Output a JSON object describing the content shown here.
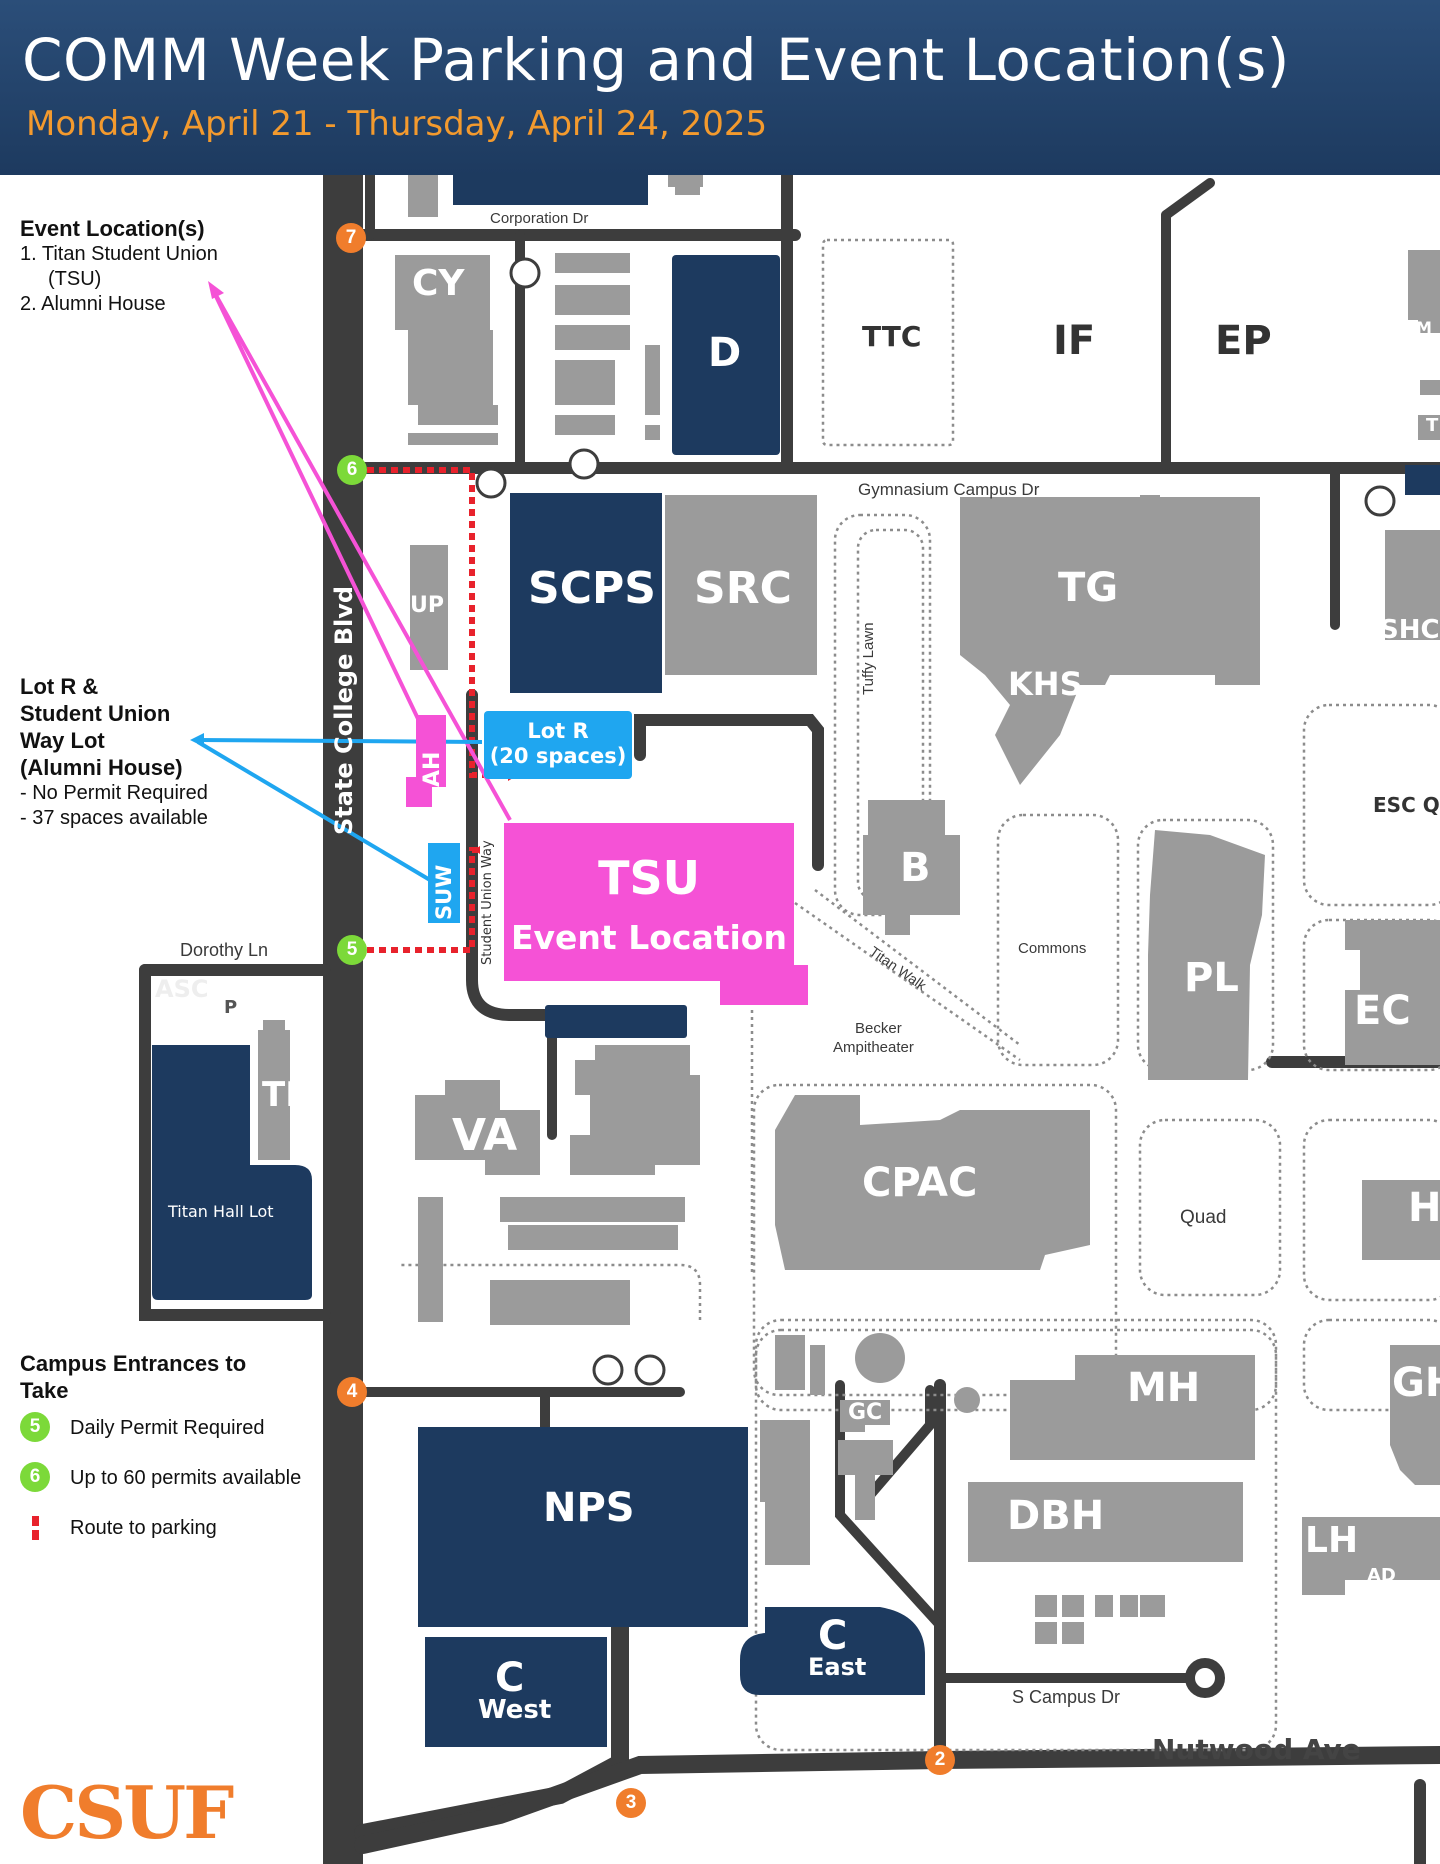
{
  "header": {
    "title": "COMM Week Parking and Event Location(s)",
    "subtitle": "Monday, April 21 - Thursday, April 24, 2025"
  },
  "event_locations": {
    "heading": "Event Location(s)",
    "items": [
      "1.  Titan   Student   Union",
      "(TSU)",
      "2.  Alumni House"
    ]
  },
  "lot_info": {
    "heading": [
      "Lot R &",
      "Student Union",
      "Way Lot",
      "(Alumni House)"
    ],
    "notes": [
      "-  No Permit Required",
      "-  37 spaces available"
    ]
  },
  "entrances_legend": {
    "heading": [
      "Campus Entrances to",
      "Take"
    ],
    "items": [
      {
        "badge": "5",
        "label": "Daily Permit Required"
      },
      {
        "badge": "6",
        "label": "Up to 60 permits available"
      },
      {
        "badge": "",
        "label": "Route to parking"
      }
    ]
  },
  "map": {
    "streets": {
      "corporation": "Corporation Dr",
      "gymnasium": "Gymnasium Campus Dr",
      "state_college": "State College Blvd",
      "dorothy": "Dorothy Ln",
      "student_union_way": "Student Union Way",
      "titan_walk": "Titan Walk",
      "s_campus": "S Campus Dr",
      "nutwood": "Nutwood Ave"
    },
    "buildings": {
      "cy": "CY",
      "d": "D",
      "ttc": "TTC",
      "if": "IF",
      "ep": "EP",
      "up": "UP",
      "scps": "SCPS",
      "src": "SRC",
      "tg": "TG",
      "khs": "KHS",
      "shc": "SHC",
      "tuffy": "Tuffy Lawn",
      "esc": "ESC Q",
      "b": "B",
      "commons": "Commons",
      "pl": "PL",
      "ec": "EC",
      "asc": "ASC",
      "p": "P",
      "th": "TH",
      "titan_hall_lot": "Titan Hall Lot",
      "becker": "Becker",
      "amph": "Ampitheater",
      "va": "VA",
      "cpac": "CPAC",
      "quad": "Quad",
      "mh": "MH",
      "gc": "GC",
      "gh": "GH",
      "dbh": "DBH",
      "lh": "LH",
      "ad": "AD",
      "nps": "NPS",
      "c": "C",
      "west": "West",
      "east": "East",
      "mc": "M C",
      "h": "H",
      "m_edge": "M",
      "t_edge": "T"
    },
    "tsu": {
      "name": "TSU",
      "caption": "Event Location"
    },
    "lot_r": {
      "line1": "Lot R",
      "line2": "(20 spaces)"
    },
    "ah": "AH",
    "suw": "SUW",
    "entrance_numbers": [
      "7",
      "6",
      "5",
      "4",
      "3",
      "2"
    ],
    "colors": {
      "navy": "#1d3a5f",
      "gray": "#9b9b9b",
      "road": "#3d3d3d",
      "pink": "#f552d6",
      "blue": "#1fa6f0",
      "orange": "#f07d2c",
      "green": "#7cd939",
      "route": "#e8222c"
    }
  },
  "logo": "CSUF"
}
